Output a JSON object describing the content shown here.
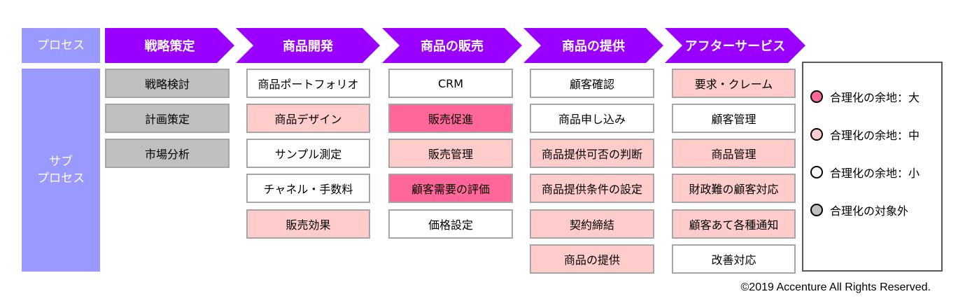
{
  "labels": {
    "process": "プロセス",
    "subprocess": "サブ\nプロセス"
  },
  "phases": [
    {
      "title": "戦略策定",
      "items": [
        {
          "label": "戦略検討",
          "level": "out"
        },
        {
          "label": "計画策定",
          "level": "out"
        },
        {
          "label": "市場分析",
          "level": "out"
        }
      ]
    },
    {
      "title": "商品開発",
      "items": [
        {
          "label": "商品ポートフォリオ",
          "level": "low"
        },
        {
          "label": "商品デザイン",
          "level": "mid"
        },
        {
          "label": "サンプル測定",
          "level": "low"
        },
        {
          "label": "チャネル・手数料",
          "level": "low"
        },
        {
          "label": "販売効果",
          "level": "mid"
        }
      ]
    },
    {
      "title": "商品の販売",
      "items": [
        {
          "label": "CRM",
          "level": "low"
        },
        {
          "label": "販売促進",
          "level": "high"
        },
        {
          "label": "販売管理",
          "level": "mid"
        },
        {
          "label": "顧客需要の評価",
          "level": "high"
        },
        {
          "label": "価格設定",
          "level": "low"
        }
      ]
    },
    {
      "title": "商品の提供",
      "items": [
        {
          "label": "顧客確認",
          "level": "low"
        },
        {
          "label": "商品申し込み",
          "level": "low"
        },
        {
          "label": "商品提供可否の判断",
          "level": "mid"
        },
        {
          "label": "商品提供条件の設定",
          "level": "mid"
        },
        {
          "label": "契約締結",
          "level": "mid"
        },
        {
          "label": "商品の提供",
          "level": "mid"
        }
      ]
    },
    {
      "title": "アフターサービス",
      "items": [
        {
          "label": "要求・クレーム",
          "level": "mid"
        },
        {
          "label": "顧客管理",
          "level": "low"
        },
        {
          "label": "商品管理",
          "level": "mid"
        },
        {
          "label": "財政難の顧客対応",
          "level": "mid"
        },
        {
          "label": "顧客あて各種通知",
          "level": "mid"
        },
        {
          "label": "改善対応",
          "level": "low"
        }
      ]
    }
  ],
  "legend": [
    {
      "label": "合理化の余地：大",
      "level": "high"
    },
    {
      "label": "合理化の余地：中",
      "level": "mid"
    },
    {
      "label": "合理化の余地：小",
      "level": "low"
    },
    {
      "label": "合理化の対象外",
      "level": "out"
    }
  ],
  "colors": {
    "phase": "#9900ff",
    "side": "#9999ff",
    "high": "#ff6699",
    "mid": "#ffcccc",
    "low": "#ffffff",
    "out": "#bfbfbf"
  },
  "copyright": "©2019 Accenture All Rights Reserved."
}
